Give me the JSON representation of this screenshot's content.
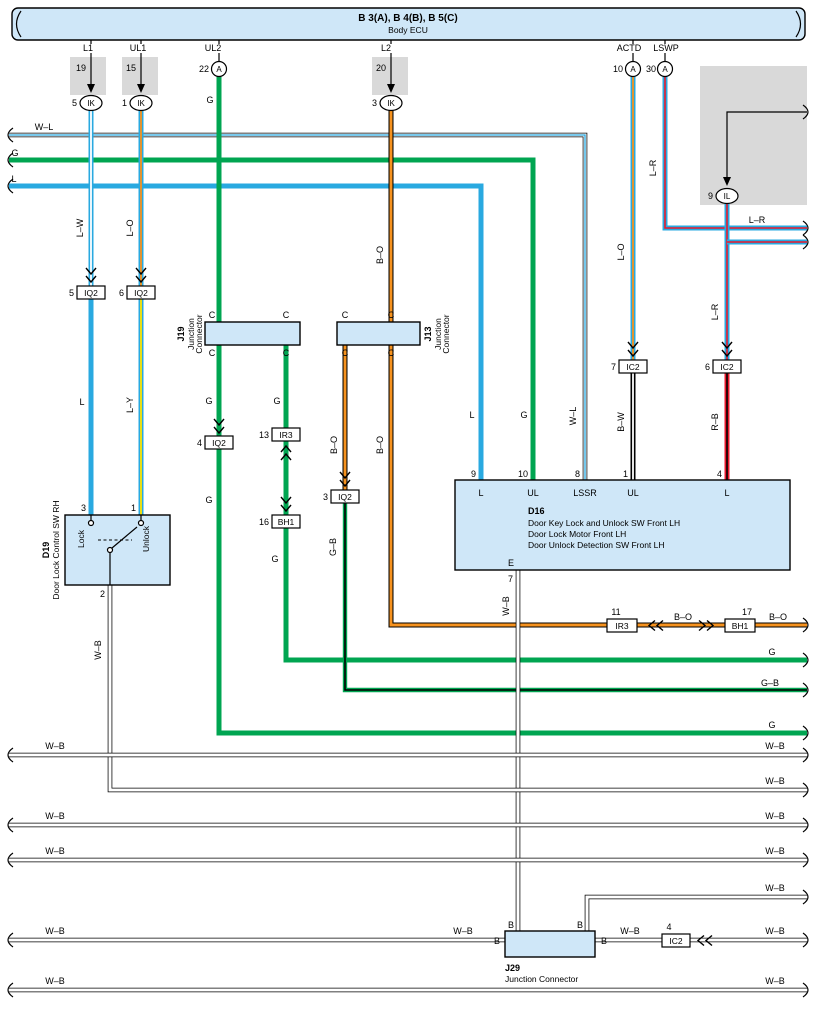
{
  "colors": {
    "panel": "#cfe7f8",
    "gray": "#d9d9d9",
    "blue": "#29a9e0",
    "green": "#00a551",
    "orange": "#f6921e",
    "red": "#e8192c",
    "yellow": "#ffe400",
    "black": "#000000",
    "white": "#ffffff"
  },
  "ecu": {
    "title": "B 3(A), B 4(B), B 5(C)",
    "subtitle": "Body ECU"
  },
  "pins": {
    "l1": "L1",
    "ul1": "UL1",
    "ul2": "UL2",
    "l2": "L2",
    "actd": "ACTD",
    "lswp": "LSWP",
    "n19": "19",
    "n15": "15",
    "n22": "22",
    "n20": "20",
    "n10": "10",
    "n30": "30"
  },
  "codes": {
    "ik": "IK",
    "il": "IL",
    "a": "A",
    "iq2": "IQ2",
    "ir3": "IR3",
    "bh1": "BH1",
    "ic2": "IC2"
  },
  "pinnames": {
    "l": "L",
    "ul": "UL",
    "lssr": "LSSR",
    "e": "E",
    "b": "B",
    "c": "C"
  },
  "wires": {
    "l": "L",
    "g": "G",
    "wl": "W–L",
    "lw": "L–W",
    "lo": "L–O",
    "ly": "L–Y",
    "lr": "L–R",
    "bo": "B–O",
    "gb": "G–B",
    "bw": "B–W",
    "rb": "R–B",
    "wb": "W–B"
  },
  "nums": {
    "n1": "1",
    "n2": "2",
    "n3": "3",
    "n4": "4",
    "n5": "5",
    "n6": "6",
    "n7": "7",
    "n8": "8",
    "n9": "9",
    "n11": "11",
    "n13": "13",
    "n16": "16",
    "n17": "17"
  },
  "d19": {
    "id": "D19",
    "name": "Door Lock Control SW RH",
    "lock": "Lock",
    "unlock": "Unlock"
  },
  "d16": {
    "id": "D16",
    "line1": "Door Key Lock and Unlock SW Front LH",
    "line2": "Door Lock Motor Front LH",
    "line3": "Door Unlock Detection SW Front LH"
  },
  "j19": {
    "id": "J19",
    "name1": "Junction",
    "name2": "Connector"
  },
  "j13": {
    "id": "J13",
    "name1": "Junction",
    "name2": "Connector"
  },
  "j29": {
    "id": "J29",
    "name": "Junction Connector"
  }
}
